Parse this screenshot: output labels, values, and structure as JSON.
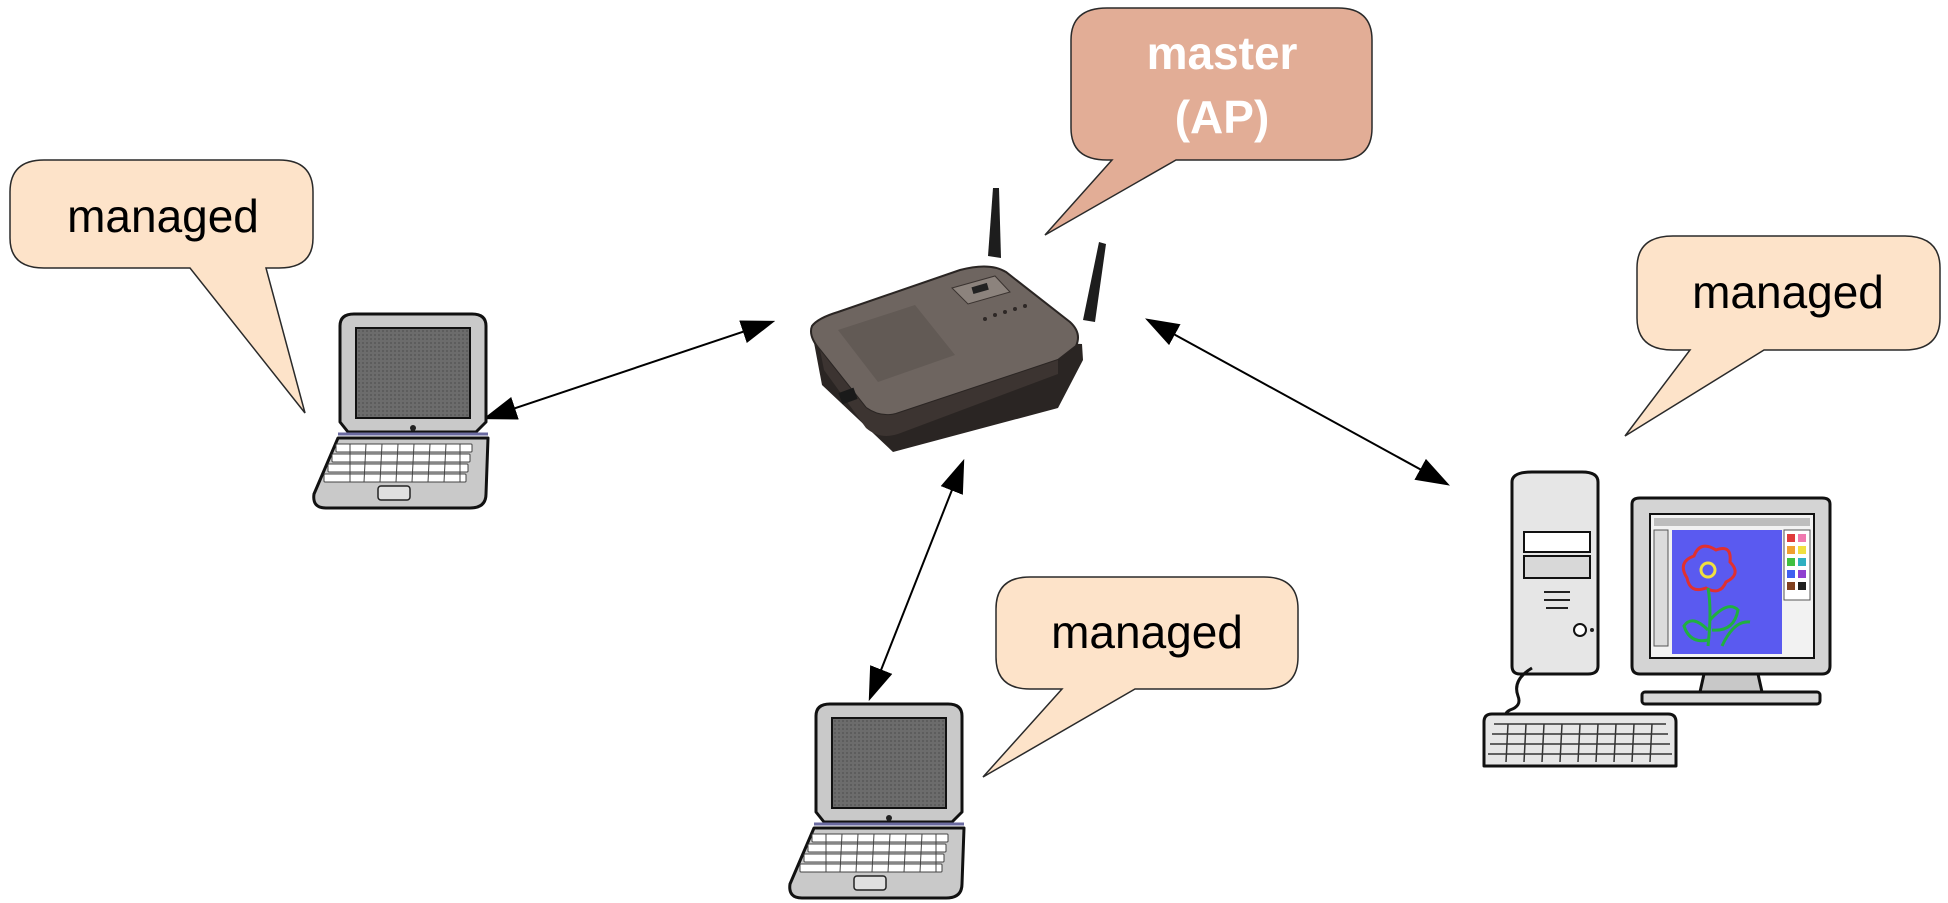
{
  "colors": {
    "master_bubble_fill": "#e2ad96",
    "managed_bubble_fill": "#fde3c9",
    "bubble_stroke": "#2a2a2a",
    "router_body": "#6e6560",
    "laptop_body": "#c9c9c9",
    "screen": "#6a6a6a",
    "desktop_monitor_screen": "#5a5af0"
  },
  "nodes": {
    "access_point": {
      "icon": "wireless-router-icon",
      "label_line1": "master",
      "label_line2": "(AP)"
    },
    "laptop_left": {
      "icon": "laptop-icon",
      "label": "managed"
    },
    "laptop_bottom": {
      "icon": "laptop-icon",
      "label": "managed"
    },
    "desktop_right": {
      "icon": "desktop-computer-icon",
      "label": "managed"
    }
  },
  "links": [
    {
      "from": "access_point",
      "to": "laptop_left",
      "style": "bidirectional-arrow"
    },
    {
      "from": "access_point",
      "to": "laptop_bottom",
      "style": "bidirectional-arrow"
    },
    {
      "from": "access_point",
      "to": "desktop_right",
      "style": "bidirectional-arrow"
    }
  ]
}
